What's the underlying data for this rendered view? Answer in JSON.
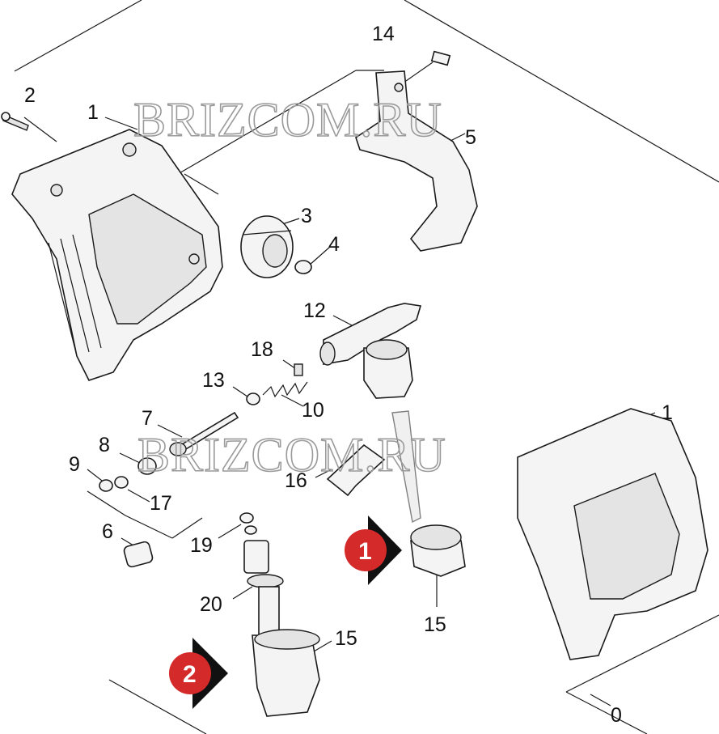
{
  "labels": {
    "p14": "14",
    "p2": "2",
    "p1_top": "1",
    "p5": "5",
    "p3": "3",
    "p4": "4",
    "p12": "12",
    "p18": "18",
    "p13": "13",
    "p10": "10",
    "p7": "7",
    "p1_right": "1",
    "p8": "8",
    "p9": "9",
    "p17": "17",
    "p16": "16",
    "p6": "6",
    "p19": "19",
    "p20": "20",
    "p15_left": "15",
    "p15_right": "15",
    "p0": "0"
  },
  "watermarks": [
    "BRIZCOM.RU",
    "BRIZCOM.RU"
  ],
  "badges": {
    "b1": "1",
    "b2": "2"
  },
  "colors": {
    "badge_red": "#d42a2a",
    "arrow_black": "#111111",
    "outline": "#1a1a1a",
    "watermark": "#9a9a9a"
  }
}
